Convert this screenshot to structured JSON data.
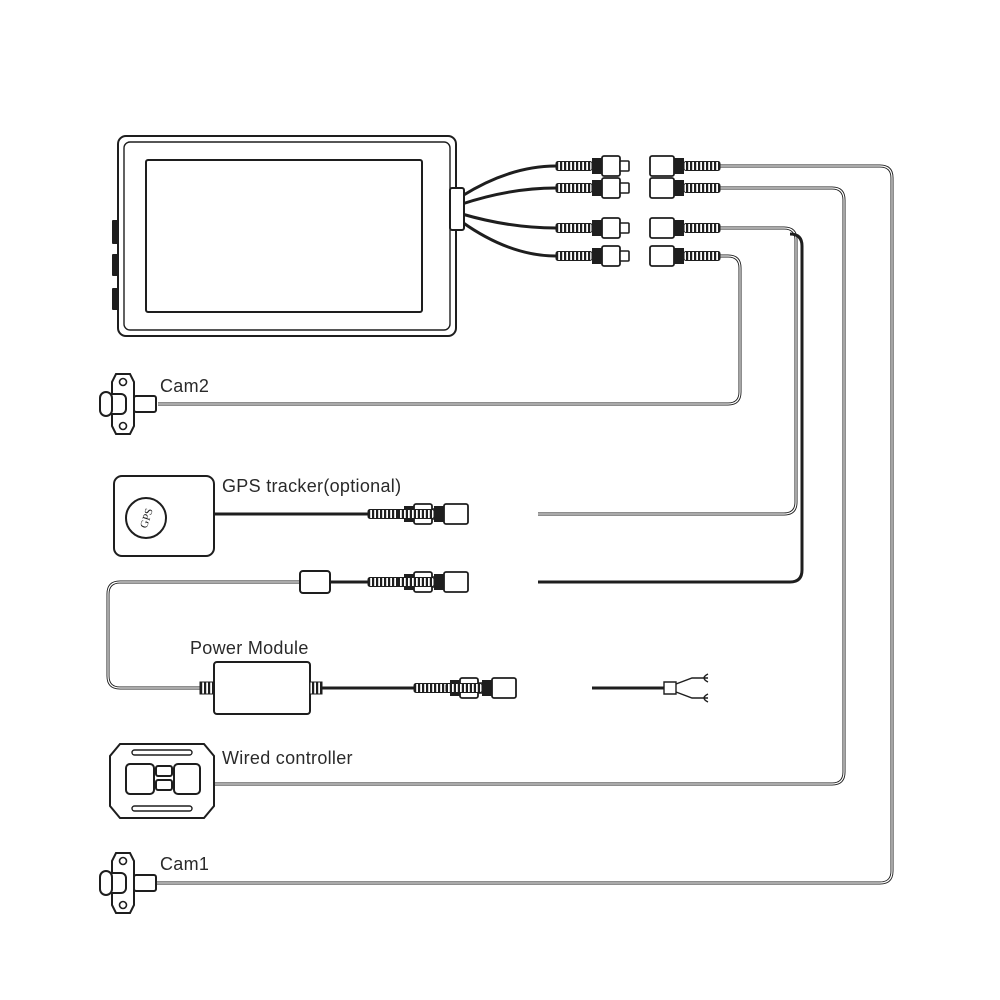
{
  "labels": {
    "cam2": "Cam2",
    "gps_tracker": "GPS tracker(optional)",
    "gps_badge": "GPS",
    "power_module": "Power Module",
    "wired_controller": "Wired controller",
    "cam1": "Cam1"
  },
  "colors": {
    "line": "#1e1e1e",
    "background": "#ffffff",
    "text": "#2a2a2a"
  }
}
